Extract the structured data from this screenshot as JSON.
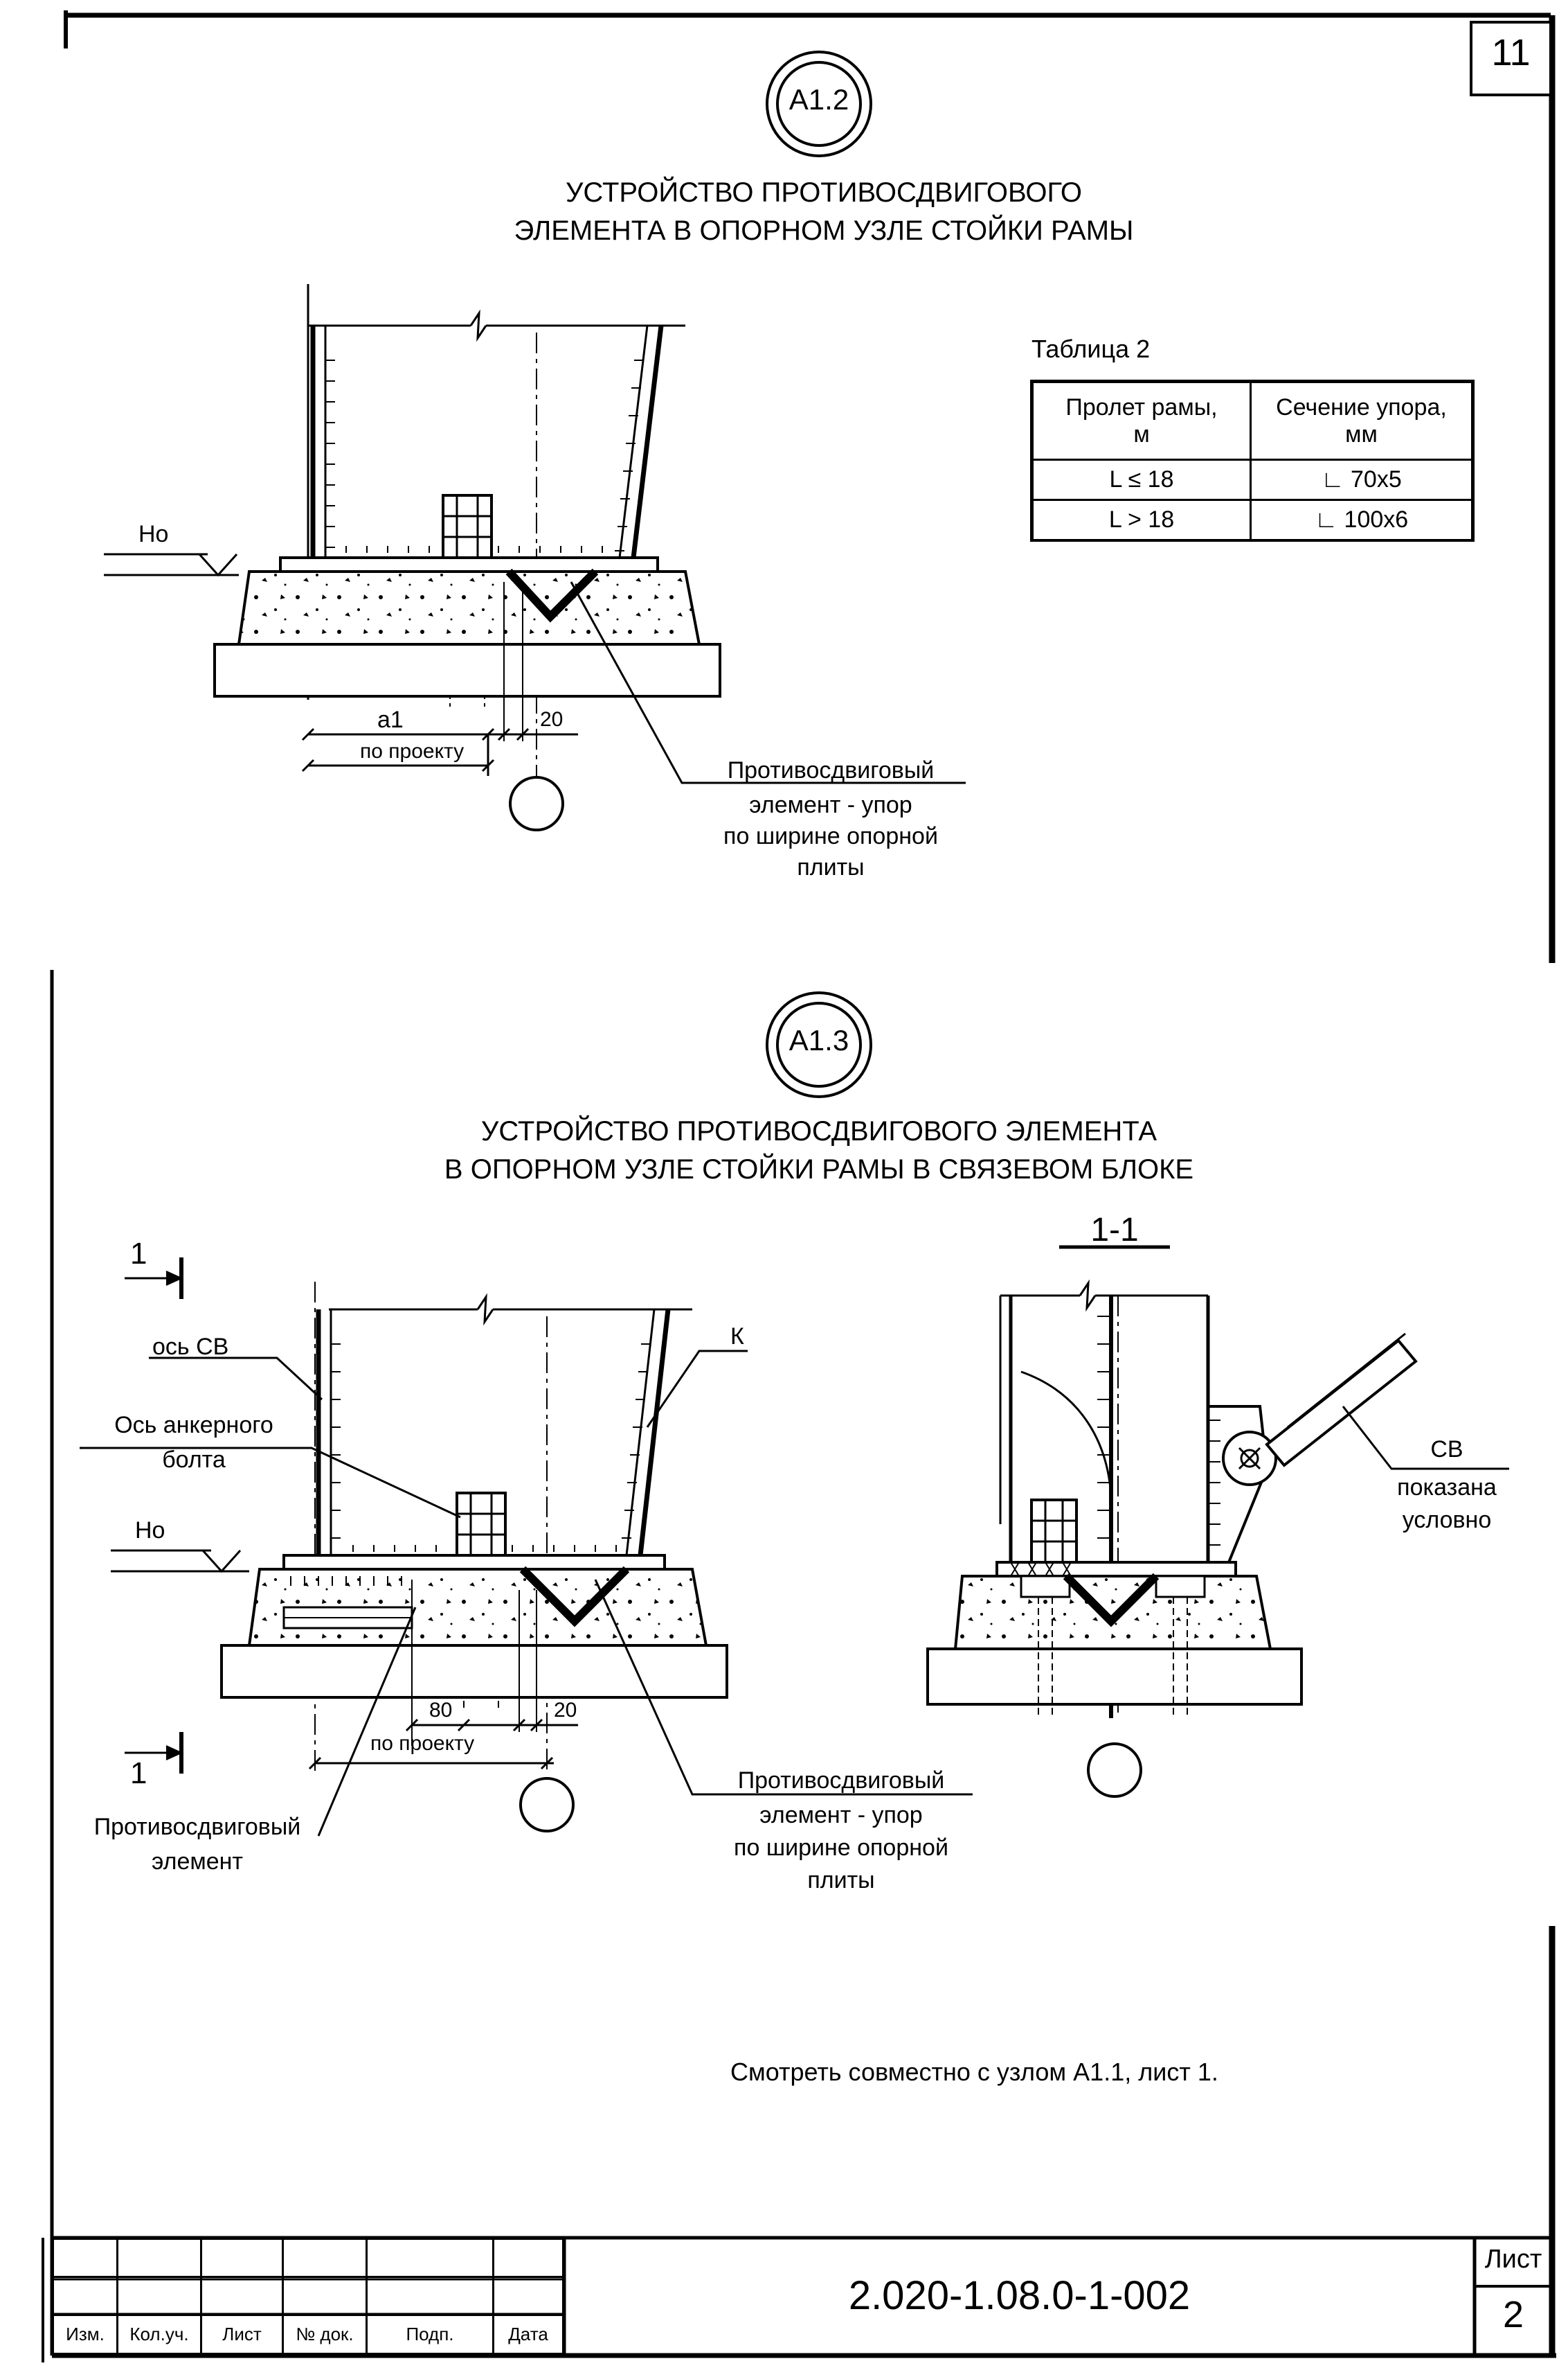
{
  "sheet_number": "11",
  "node_a12": {
    "tag": "A1.2",
    "title_line1": "УСТРОЙСТВО ПРОТИВОСДВИГОВОГО",
    "title_line2": "ЭЛЕМЕНТА В  ОПОРНОМ УЗЛЕ  СТОЙКИ РАМЫ",
    "level_label": "Но",
    "dim_a1": "а1",
    "dim_project": "по проекту",
    "dim_20": "20",
    "callout_line1": "Противосдвиговый",
    "callout_line2": "элемент - упор",
    "callout_line3": "по ширине опорной",
    "callout_line4": "плиты"
  },
  "table2": {
    "caption": "Таблица 2",
    "header_span_1": "Пролет рамы,",
    "header_span_2": "м",
    "header_section_1": "Сечение упора,",
    "header_section_2": "мм",
    "rows": [
      {
        "span": "L ≤ 18",
        "section": "∟  70х5"
      },
      {
        "span": "L > 18",
        "section": "∟  100х6"
      }
    ]
  },
  "node_a13": {
    "tag": "A1.3",
    "title_line1": "УСТРОЙСТВО ПРОТИВОСДВИГОВОГО ЭЛЕМЕНТА",
    "title_line2": "В  ОПОРНОМ УЗЛЕ  СТОЙКИ РАМЫ В СВЯЗЕВОМ БЛОКЕ",
    "section_mark": "1",
    "label_axis_sv": "ось СВ",
    "label_anchor_1": "Ось анкерного",
    "label_anchor_2": "болта",
    "label_k": "К",
    "level_label": "Но",
    "dim_80": "80",
    "dim_project": "по проекту",
    "dim_20": "20",
    "callout_line1": "Противосдвиговый",
    "callout_line2": "элемент - упор",
    "callout_line3": "по ширине опорной",
    "callout_line4": "плиты",
    "left_label_1": "Противосдвиговый",
    "left_label_2": "элемент"
  },
  "section_11": {
    "title": "1-1",
    "sv_line1": "СВ",
    "sv_line2": "показана",
    "sv_line3": "условно"
  },
  "note": "Смотреть совместно с узлом А1.1, лист 1.",
  "stamp": {
    "cols": [
      "Изм.",
      "Кол.уч.",
      "Лист",
      "№ док.",
      "Подп.",
      "Дата"
    ],
    "document_code": "2.020-1.08.0-1-002",
    "sheet_label": "Лист",
    "sheet_value": "2"
  }
}
